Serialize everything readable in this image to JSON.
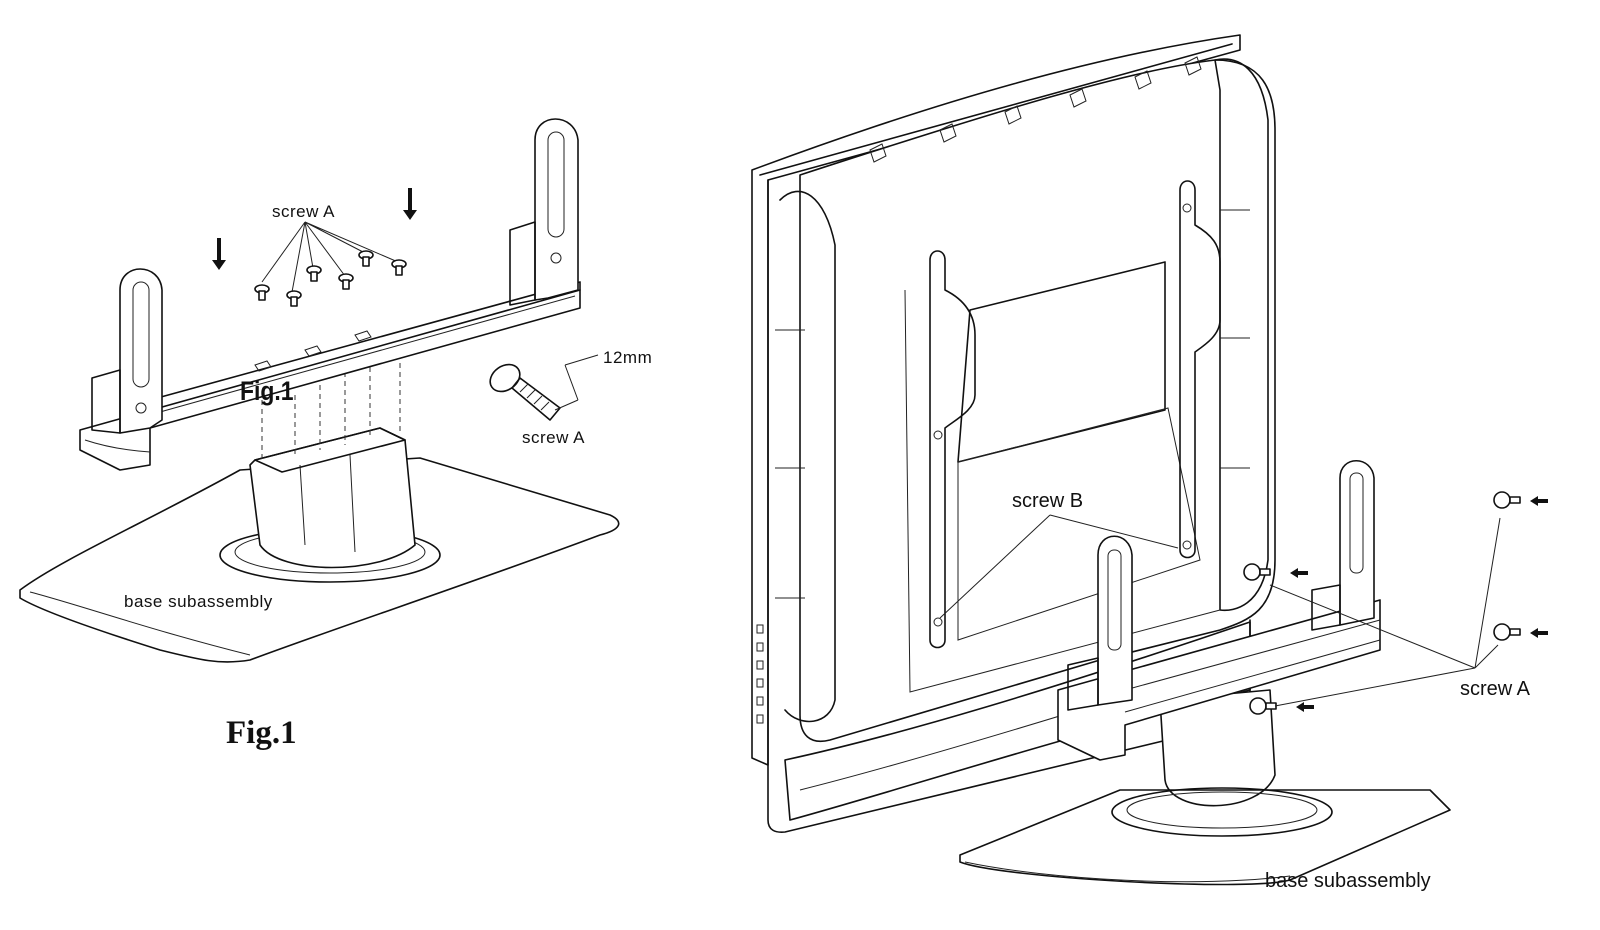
{
  "figure1": {
    "screw_a_top": "screw A",
    "fig_inner": "Fig.1",
    "dimension": "12mm",
    "screw_a_detail": "screw A",
    "base": "base subassembly",
    "caption": "Fig.1"
  },
  "figure2": {
    "screw_b": "screw B",
    "screw_a": "screw A",
    "base": "base subassembly"
  }
}
